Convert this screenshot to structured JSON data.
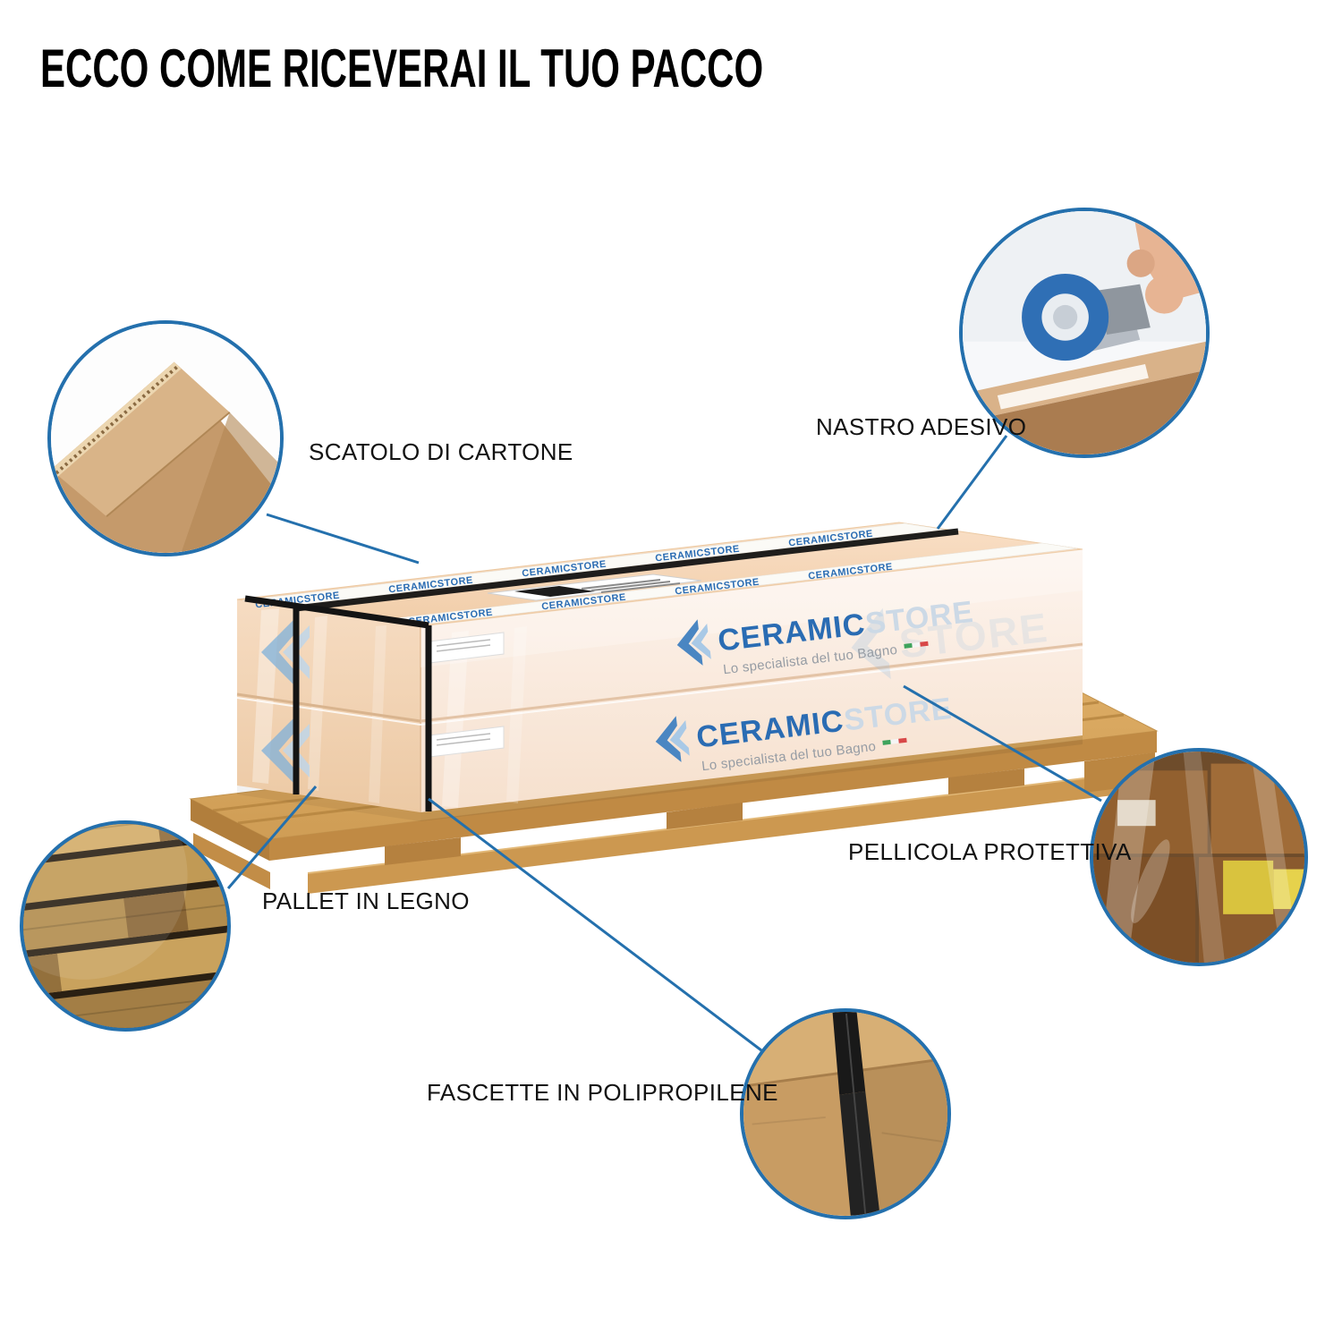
{
  "page": {
    "title": "ECCO COME RICEVERAI IL TUO PACCO",
    "background": "#ffffff"
  },
  "palette": {
    "accent_blue": "#2470ad",
    "brand_blue": "#2a6cb3",
    "box_peach": "#f7dcc2",
    "pallet_wood": "#d2a05c",
    "strap_black": "#141414"
  },
  "callouts": {
    "cardboard": {
      "label": "SCATOLO DI CARTONE"
    },
    "tape": {
      "label": "NASTRO ADESIVO"
    },
    "pallet": {
      "label": "PALLET IN LEGNO"
    },
    "film": {
      "label": "PELLICOLA PROTETTIVA"
    },
    "straps": {
      "label": "FASCETTE IN POLIPROPILENE"
    }
  },
  "brand": {
    "primary": "CERAMIC",
    "secondary": "STORE",
    "tagline": "Lo specialista del tuo Bagno",
    "tape_mark": "CERAMICSTORE"
  }
}
